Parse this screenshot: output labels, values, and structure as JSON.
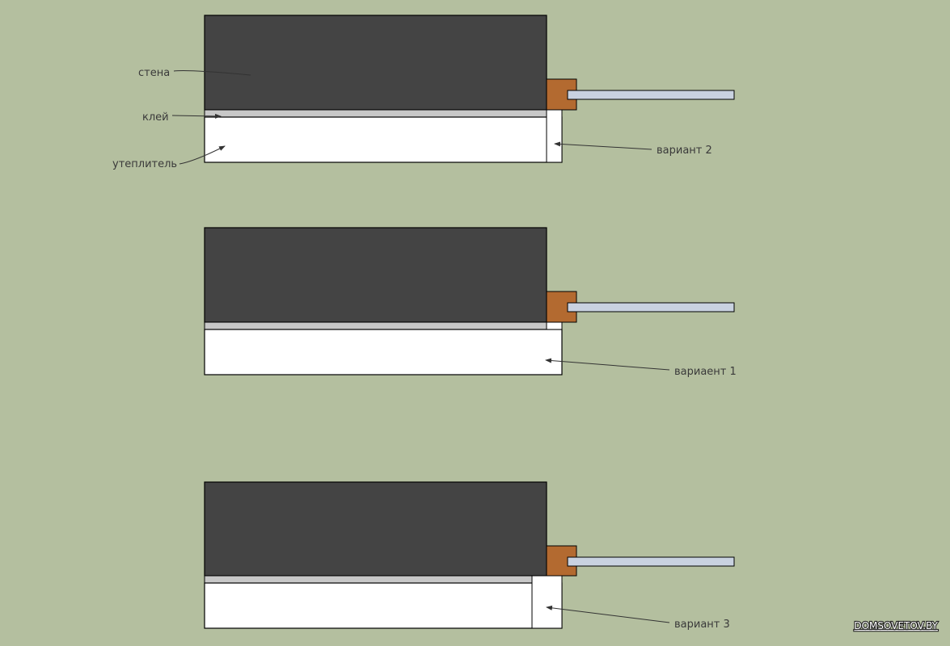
{
  "labels": {
    "wall": "стена",
    "glue": "клей",
    "insulation": "утеплитель",
    "variant_2": "вариант 2",
    "variant_1": "вариаент 1",
    "variant_3": "вариант 3"
  },
  "watermark": "DOMSOVETOV.BY",
  "colors": {
    "background": "#b4bf9f",
    "wall": "#444444",
    "glue": "#c8c8c8",
    "insulation": "#ffffff",
    "frame": "#b36a30",
    "sill": "#c9d2e0",
    "outline": "#000000"
  }
}
